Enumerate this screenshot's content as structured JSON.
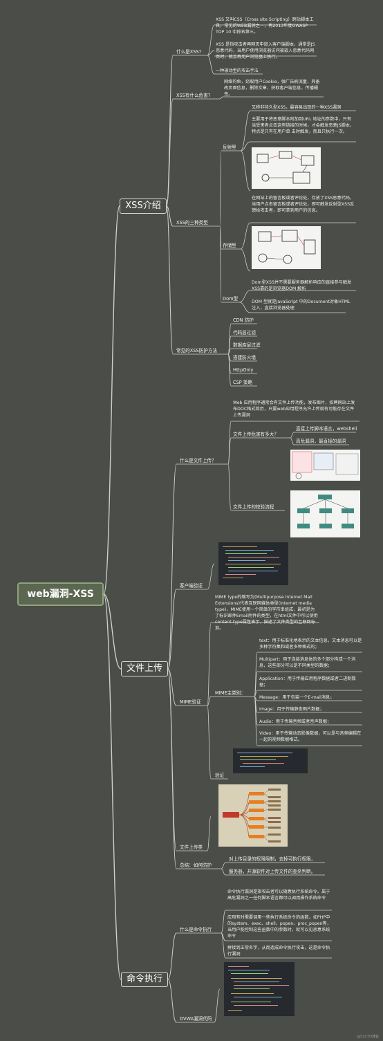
{
  "root": "web漏洞-XSS",
  "xss": {
    "title": "XSS介绍",
    "what": {
      "label": "什么是XSS?",
      "items": [
        "XSS 又叫CSS（Cross site Scripting）跨站脚本工具，常见的WEB漏洞之一，再2013年度OWASP TOP 10 中排名第三。",
        "XSS 是指攻击者再网页中嵌入客户端脚本，通常是JS恶意代码，当用户使用浏览器访问被嵌入恶意代码网页时，就会再用户浏览器上执行。",
        "一种被动型的攻击手法"
      ]
    },
    "harm": {
      "label": "XSS有什么危害?",
      "text": "网络钓鱼，窃取用户Cookie，弹广告刷流量，具备改页面信息，删除文章，获取客户端信息，传播蠕虫。"
    },
    "types": {
      "label": "XSS的三种类型",
      "reflected": {
        "label": "反射型",
        "items": [
          "又称非持久型XSS，最容易出现的一种XSS漏洞",
          "主要用于将恶意脚本附加到URL 地址的参数中，只有当受害者点击这些链接的时候，才会触发恶意JS脚本，特点是只有在用户单 击时触发，而且只执行一次。"
        ]
      },
      "stored": {
        "label": "存储型",
        "items": [
          "在网站上的留言板或者评论处，存放了XSS恶意代码，当用户点击留言板或者评论处，即可触发反射型XSS反馈给攻击者，即可拿到用户的信息。"
        ]
      },
      "dom": {
        "label": "Dom型",
        "items": [
          "Dom型XSS并不需要服务器解析响应的直接参与触发XSS靠的是浏览器DOM 解析",
          "DOM 型就是JavaScript 中的Document对象HTML 注入，直接浏览器处理"
        ]
      }
    },
    "defense": {
      "label": "常见的XSS防护方法",
      "items": [
        "CDN 防护",
        "代码层过滤",
        "数据库层过滤",
        "搭建防火墙",
        "HttpOnly",
        "CSP 策略"
      ]
    }
  },
  "upload": {
    "title": "文件上传",
    "what": {
      "label": "什么是文件上传？",
      "intro": "Web 应用程序通常会有文件上传功能，发布图片，招聘网站上发布DOC格式简历，只要web应用程序允许上传就有可能存在文件上传漏洞",
      "harm_label": "文件上传危害有多大？",
      "harm_items": [
        "直接上传脚本语言，webshell",
        "高危漏洞，最直接的漏洞"
      ],
      "flow_label": "文件上传的校验流程"
    },
    "client": {
      "label": "客户端验证"
    },
    "mime": {
      "label": "MIME验证",
      "intro": "MIME type的缩写为(Multipurpose Internet Mail Extensions)代表互联网媒体类型(Internet media type)，MIME使用一个简单的字符串组成，最初是为了标识邮件Email附件的类型，在html文件中可以使用content-type属性表示，描述了文件类型的互联网标准。",
      "types_label": "MIME主类别：",
      "types": [
        "text：用于标准化地表示的文本信息，文本消息可以是多种字符集和或者多种格式的；",
        "Multipart：用于连接消息体的多个部分构成一个消息，这些部分可以是不同类型的数据；",
        "Application：用于传输应用程序数据或者二进制数据；",
        "Message：用于包装一个E-mail消息；",
        "Image：用于传输静态图片数据；",
        "Audio：用于传输音频或者音声数据；",
        "Video：用于传输动态影像数据，可以是与音频编辑在一起的视频数据格式。"
      ],
      "verify_label": "验证"
    },
    "category": {
      "label": "文件上传类"
    },
    "summary": {
      "label": "总结：如何防护",
      "items": [
        "对上传目录的权限限制，去掉可执行权限，",
        "服务器，开源软件对上传文件的查杀判断。"
      ]
    }
  },
  "cmd": {
    "title": "命令执行",
    "what": {
      "label": "什么是命令执行",
      "items": [
        "命令执行漏洞是指攻击者可以随意执行系统命令。属于高危漏洞之一任何脚本语言都可以调用操作系统命令",
        "应用有时需要调用一些执行系统命令的函数，如PHP中的system、exec、shell、popen、proc_popen等，当用户能控制这些函数中的参数时，就可以见恶意系统命令",
        "拼接到正常名字，从而造成命令执行攻击，这是命令执行漏洞"
      ]
    },
    "dvwa": {
      "label": "DVWA漏洞代码"
    }
  },
  "image_names": [
    "reflected-xss-diagram",
    "stored-xss-diagram",
    "upload-harm-screenshot",
    "upload-flow-diagram",
    "client-code-screenshot",
    "mime-code-screenshot",
    "upload-mindmap-thumbnail",
    "dvwa-code-screenshot"
  ],
  "colors": {
    "background": "#4a4d48",
    "line": "#cfcfcf",
    "root_fill": "#5b6750",
    "text": "#efefef"
  },
  "credit": "@51CTO博客"
}
